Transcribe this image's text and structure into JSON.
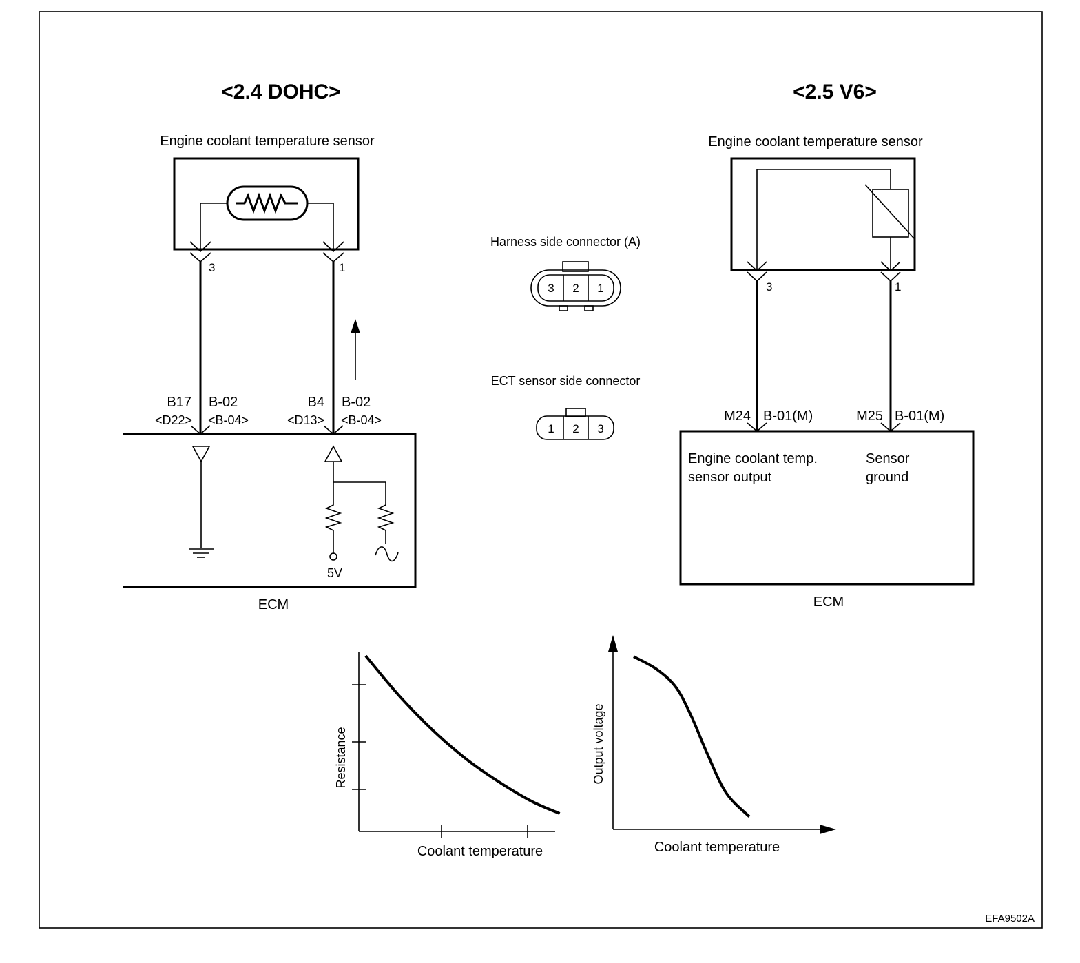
{
  "left_diagram": {
    "title": "<2.4 DOHC>",
    "sensor_label": "Engine coolant temperature sensor",
    "pin_left": "3",
    "pin_right": "1",
    "term_left_code": "B17",
    "term_left_alt": "<D22>",
    "term_left_conn": "B-02",
    "term_left_conn_alt": "<B-04>",
    "term_right_code": "B4",
    "term_right_alt": "<D13>",
    "term_right_conn": "B-02",
    "term_right_conn_alt": "<B-04>",
    "voltage_label": "5V",
    "ecm_label": "ECM"
  },
  "connectors": {
    "harness_label": "Harness side connector (A)",
    "harness_pins": [
      "3",
      "2",
      "1"
    ],
    "sensor_label": "ECT sensor side connector",
    "sensor_pins": [
      "1",
      "2",
      "3"
    ]
  },
  "right_diagram": {
    "title": "<2.5 V6>",
    "sensor_label": "Engine coolant temperature sensor",
    "pin_left": "3",
    "pin_right": "1",
    "term_left_code": "M24",
    "term_left_conn": "B-01(M)",
    "term_right_code": "M25",
    "term_right_conn": "B-01(M)",
    "signal_left_line1": "Engine coolant temp.",
    "signal_left_line2": "sensor output",
    "signal_right_line1": "Sensor",
    "signal_right_line2": "ground",
    "ecm_label": "ECM"
  },
  "chart_data": [
    {
      "type": "line",
      "xlabel": "Coolant temperature",
      "ylabel": "Resistance",
      "series": [
        {
          "values": [
            [
              0.0,
              0.98
            ],
            [
              0.15,
              0.76
            ],
            [
              0.3,
              0.57
            ],
            [
              0.45,
              0.41
            ],
            [
              0.6,
              0.28
            ],
            [
              0.75,
              0.17
            ],
            [
              0.88,
              0.1
            ]
          ]
        }
      ]
    },
    {
      "type": "line",
      "xlabel": "Coolant temperature",
      "ylabel": "Output voltage",
      "series": [
        {
          "values": [
            [
              0.0,
              0.95
            ],
            [
              0.12,
              0.88
            ],
            [
              0.22,
              0.78
            ],
            [
              0.3,
              0.62
            ],
            [
              0.38,
              0.42
            ],
            [
              0.48,
              0.2
            ],
            [
              0.6,
              0.07
            ]
          ]
        }
      ]
    }
  ],
  "figure_code": "EFA9502A"
}
